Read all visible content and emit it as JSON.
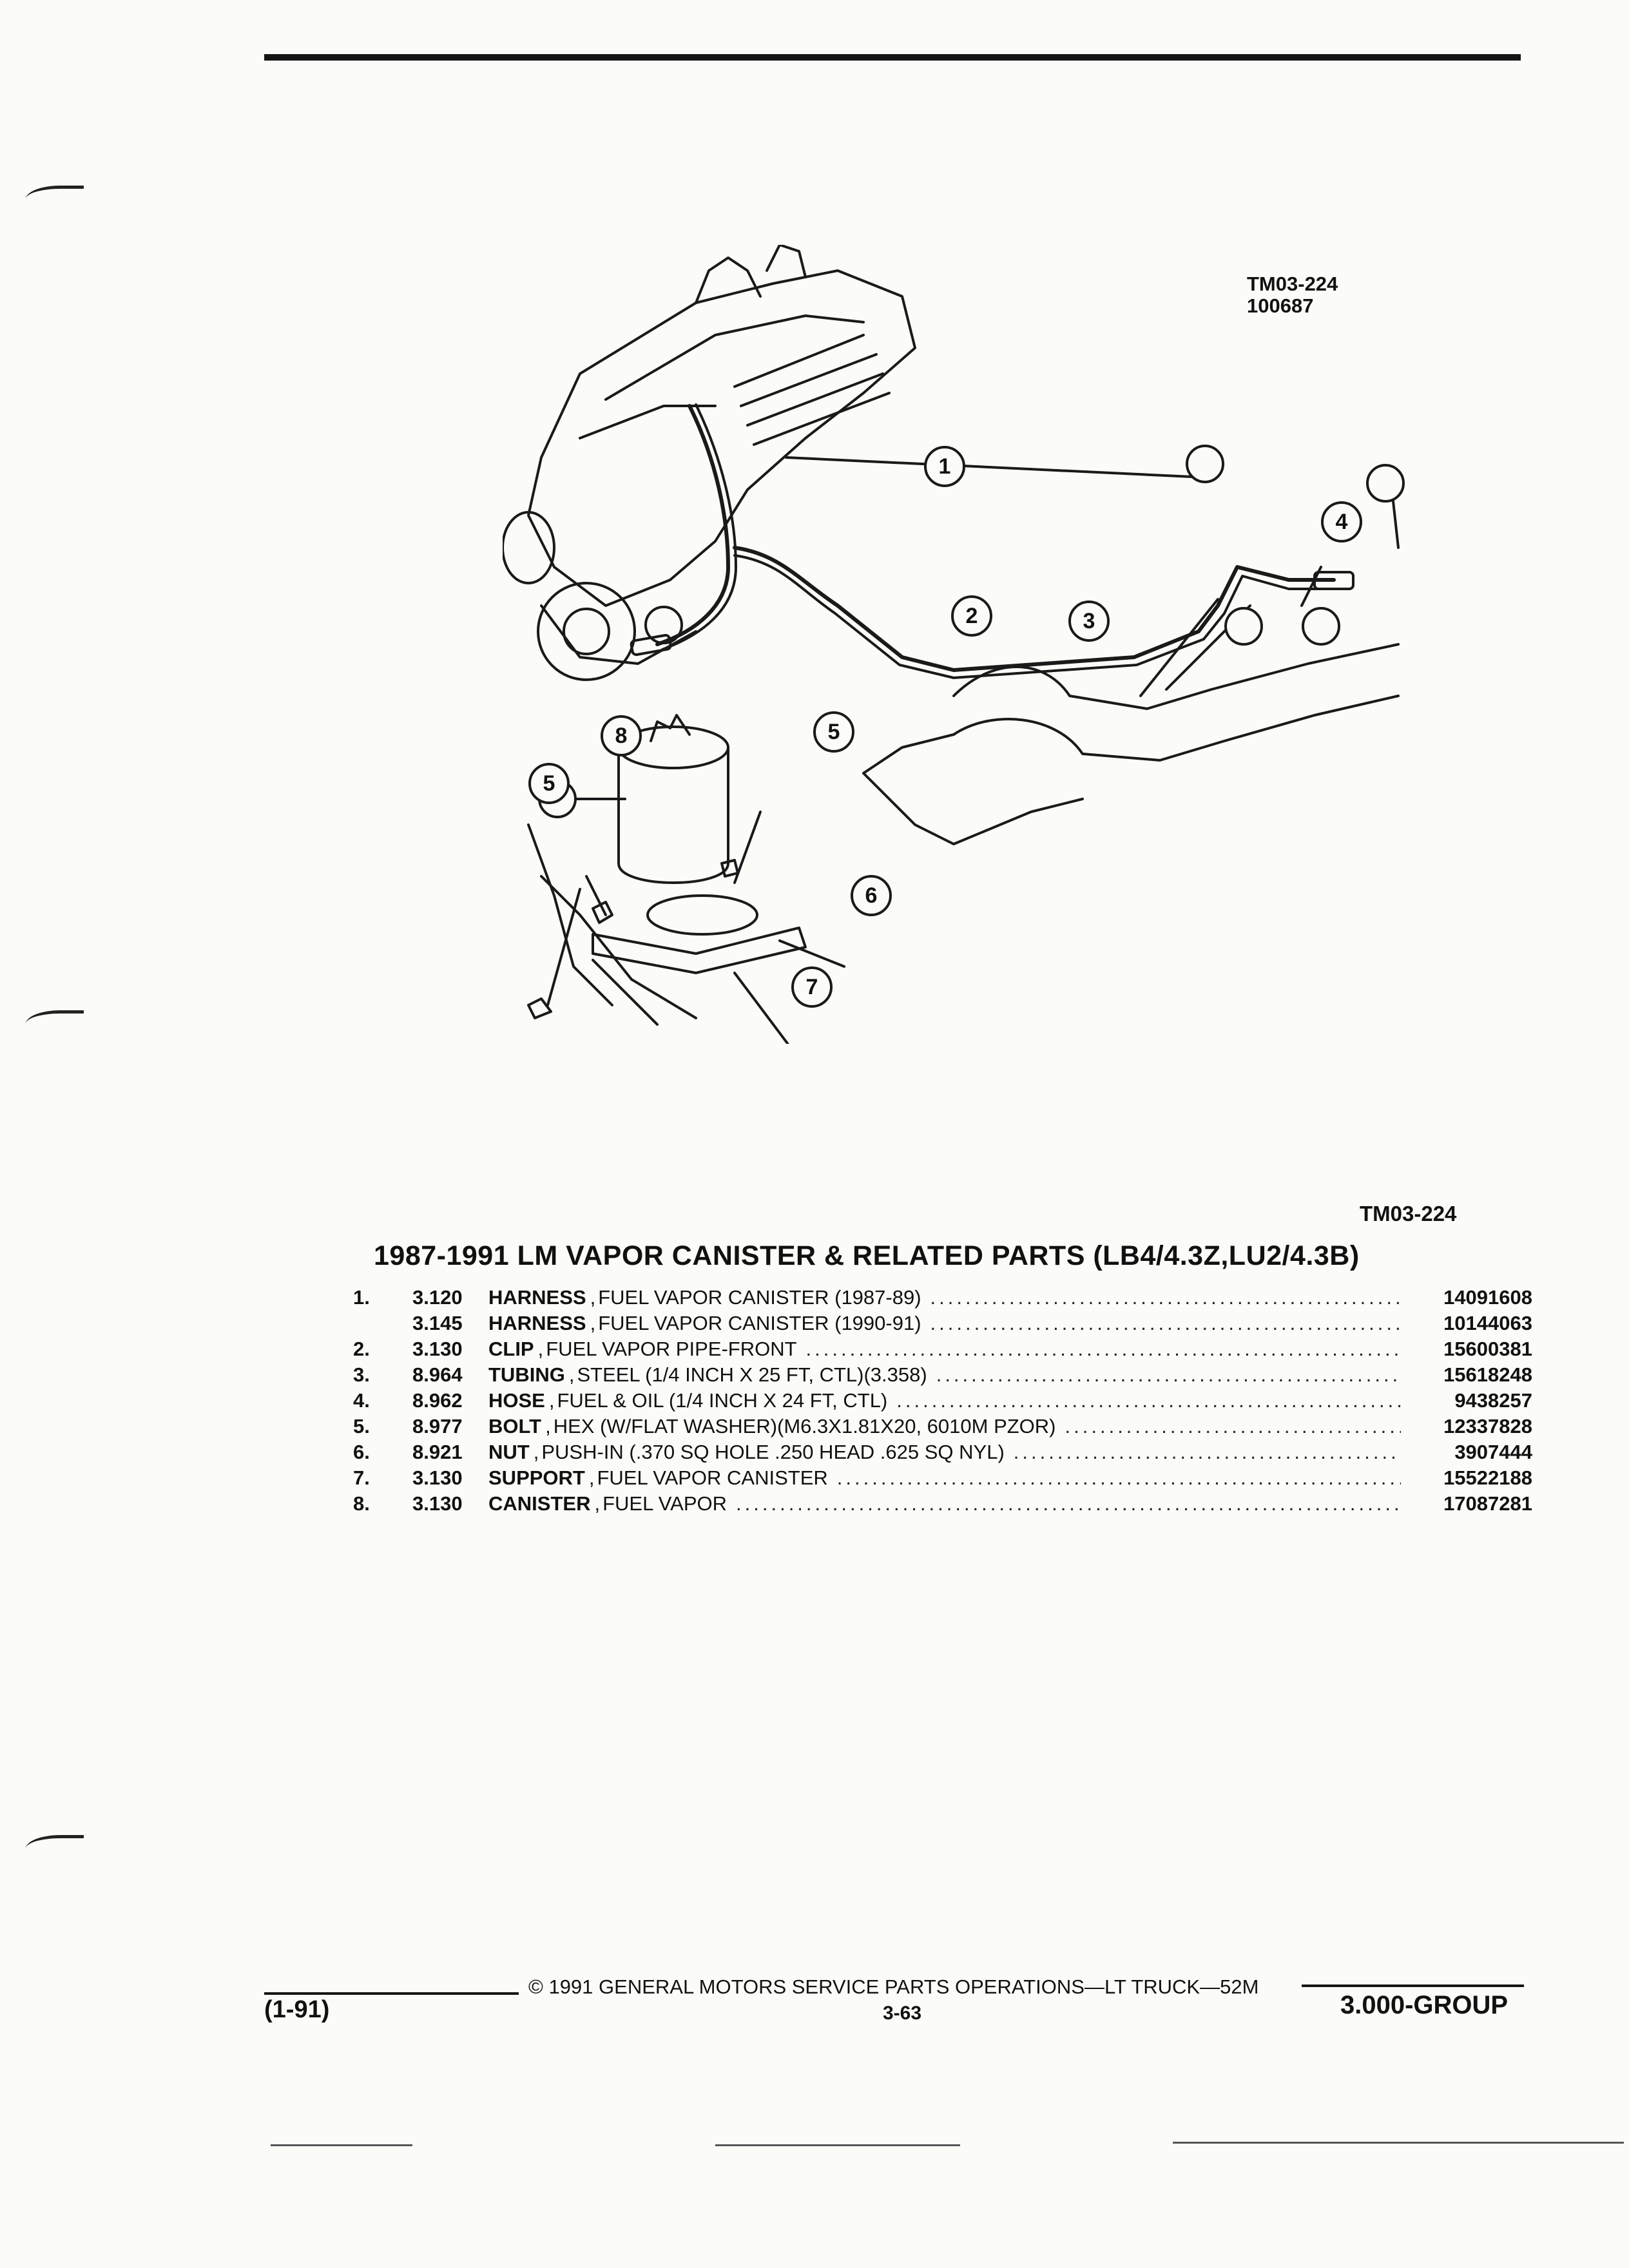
{
  "figure": {
    "ref_code": "TM03-224",
    "ref_number": "100687",
    "callouts": [
      "1",
      "2",
      "3",
      "4",
      "5",
      "5",
      "6",
      "7",
      "8"
    ]
  },
  "figure_ref_bottom": "TM03-224",
  "heading": "1987-1991 LM VAPOR CANISTER & RELATED PARTS (LB4/4.3Z,LU2/4.3B)",
  "parts": [
    {
      "item": "1.",
      "group": "3.120",
      "name": "HARNESS",
      "desc": "FUEL VAPOR CANISTER (1987-89)",
      "part": "14091608"
    },
    {
      "item": "",
      "group": "3.145",
      "name": "HARNESS",
      "desc": "FUEL VAPOR CANISTER (1990-91)",
      "part": "10144063"
    },
    {
      "item": "2.",
      "group": "3.130",
      "name": "CLIP",
      "desc": "FUEL VAPOR PIPE-FRONT",
      "part": "15600381"
    },
    {
      "item": "3.",
      "group": "8.964",
      "name": "TUBING",
      "desc": "STEEL (1/4 INCH X 25 FT, CTL)(3.358)",
      "part": "15618248"
    },
    {
      "item": "4.",
      "group": "8.962",
      "name": "HOSE",
      "desc": "FUEL & OIL (1/4 INCH X 24 FT, CTL)",
      "part": "9438257"
    },
    {
      "item": "5.",
      "group": "8.977",
      "name": "BOLT",
      "desc": "HEX (W/FLAT WASHER)(M6.3X1.81X20, 6010M PZOR)",
      "part": "12337828"
    },
    {
      "item": "6.",
      "group": "8.921",
      "name": "NUT",
      "desc": "PUSH-IN (.370 SQ HOLE .250 HEAD .625 SQ NYL)",
      "part": "3907444"
    },
    {
      "item": "7.",
      "group": "3.130",
      "name": "SUPPORT",
      "desc": "FUEL VAPOR CANISTER",
      "part": "15522188"
    },
    {
      "item": "8.",
      "group": "3.130",
      "name": "CANISTER",
      "desc": "FUEL VAPOR",
      "part": "17087281"
    }
  ],
  "footer": {
    "copyright": "© 1991 GENERAL MOTORS SERVICE PARTS OPERATIONS—LT TRUCK—52M",
    "page": "3-63",
    "date_code": "(1-91)",
    "group": "3.000-GROUP"
  }
}
